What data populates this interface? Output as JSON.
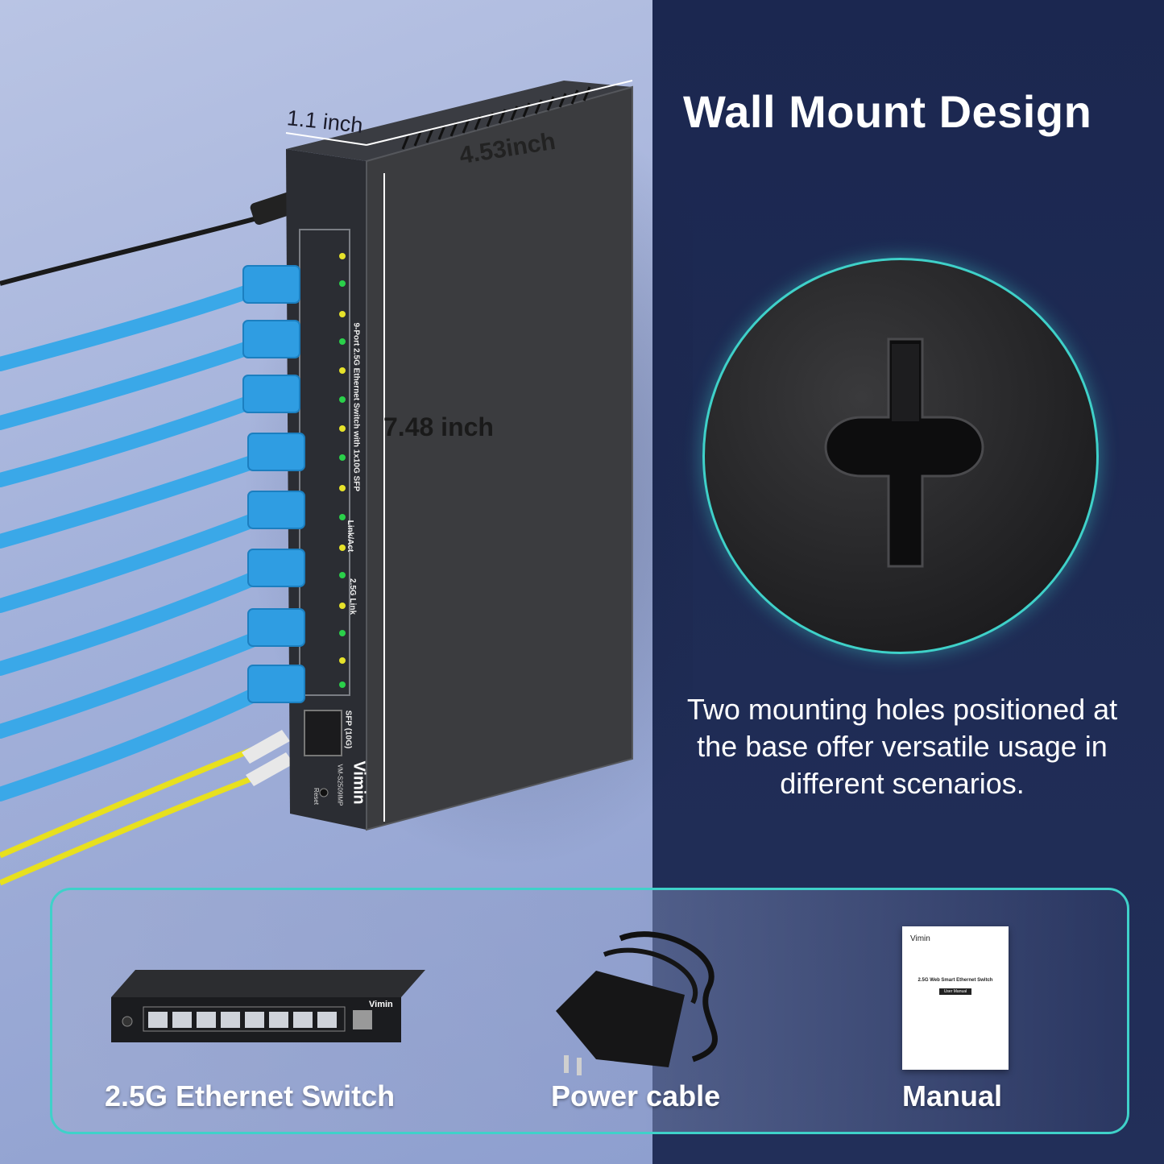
{
  "headline": "Wall Mount Design",
  "description": "Two mounting holes positioned at the base offer versatile usage in different scenarios.",
  "dimensions": {
    "depth": "1.1 inch",
    "width": "4.53inch",
    "height": "7.48 inch"
  },
  "device": {
    "brand": "Vimin",
    "model": "VM-S2509IMP",
    "front_label": "9-Port 2.5G Ethernet Switch with 1x10G SFP",
    "legend_link_act": "Link/Act",
    "legend_25g_link": "2.5G Link",
    "sfp_label": "SFP (10G)",
    "reset_label": "Reset",
    "port_count": 8
  },
  "package": {
    "items": [
      {
        "caption": "2.5G Ethernet Switch"
      },
      {
        "caption": "Power cable"
      },
      {
        "caption": "Manual"
      }
    ],
    "manual_brand": "Vimin",
    "manual_title": "2.5G Web Smart Ethernet Switch",
    "manual_tag": "User Manual"
  },
  "colors": {
    "accent": "#3fd1c9",
    "cable_blue": "#3aa8e8",
    "fiber_yellow": "#e8e01e",
    "device_body": "#3a3a3c"
  }
}
